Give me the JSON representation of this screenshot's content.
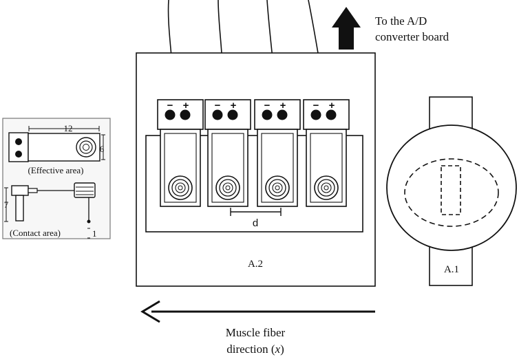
{
  "labels": {
    "to_converter_line1": "To the A/D",
    "to_converter_line2": "converter board",
    "panel_a2": "A.2",
    "panel_a1": "A.1",
    "spacing": "d",
    "direction_line1": "Muscle fiber",
    "direction_prefix": "direction (",
    "direction_var": "x",
    "direction_suffix": ")"
  },
  "sensor_detail": {
    "width_dim": "12",
    "height_dim": "6",
    "effective_area": "(Effective area)",
    "length_dim": "7",
    "contact_area": "(Contact area)",
    "tip_dim": "1"
  },
  "electrode": {
    "minus": "−",
    "plus": "+"
  },
  "electrode_count": 4
}
